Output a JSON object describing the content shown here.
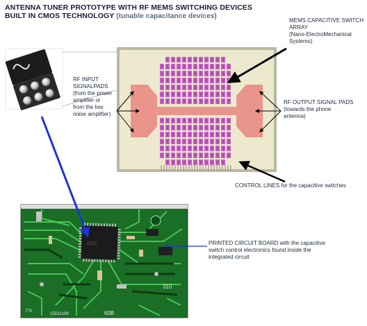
{
  "title": {
    "line1": "ANTENNA TUNER PROTOTYPE WITH RF MEMS SWITCHING DEVICES",
    "line2": "BUILT IN CMOS TECHNOLOGY",
    "line2_sub": "(tunable capacitance devices)"
  },
  "labels": {
    "mems_array": [
      "MEMS CAPACITIVE SWITCH",
      "ARRAY",
      "(Nano-ElectroMechanical",
      "Systems)"
    ],
    "rf_input": [
      "RF INPUT",
      "SIGNALPADS",
      "(from the power",
      "amplifier or",
      "from the low",
      "noise amplifier)"
    ],
    "rf_output": [
      "RF OUTPUT SIGNAL PADS",
      "(towards the phone",
      "antenna)"
    ],
    "control_lines": "CONTROL LINES for the capacitive switches",
    "pcb": [
      "PRINTED CIRCUIT BOARD with the capacitive",
      "switch control electronics found inside the",
      "integrated circuit"
    ]
  },
  "pcb_markings": {
    "silk_310": "310",
    "silk_60b": "60B",
    "silk_serial": "15532199",
    "silk_770": "770"
  },
  "colors": {
    "die_background": "#ede9cf",
    "die_frame": "#bbb8a2",
    "pad_salmon": "#e9958c",
    "mems_cell": "#c35fc4",
    "mems_cell_core": "#8a2f8e",
    "pcb_green": "#1f8a30",
    "pcb_dark": "#0d3b12",
    "arrow_blue": "#1c35d6"
  }
}
